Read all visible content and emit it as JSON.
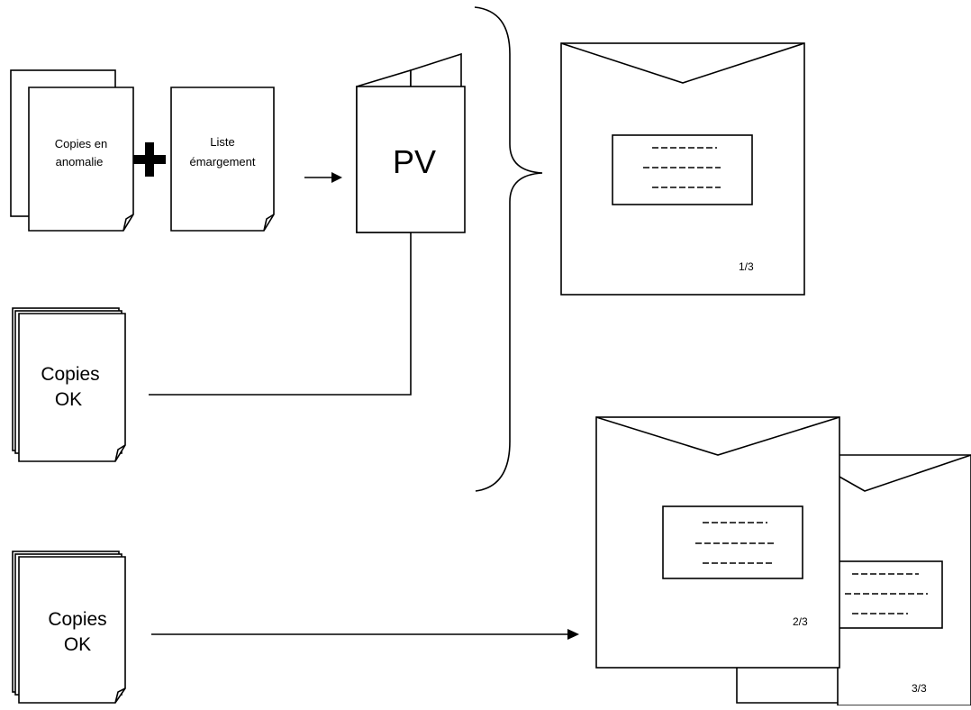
{
  "labels": {
    "copies_anomalie_line1": "Copies en",
    "copies_anomalie_line2": "anomalie",
    "liste_line1": "Liste",
    "liste_line2": "émargement",
    "pv": "PV",
    "copies_ok_1_line1": "Copies",
    "copies_ok_1_line2": "OK",
    "copies_ok_2_line1": "Copies",
    "copies_ok_2_line2": "OK",
    "envelope_1_number": "1/3",
    "envelope_2_number": "2/3",
    "envelope_3_number": "3/3"
  },
  "colors": {
    "stroke": "#000000",
    "background": "#ffffff"
  }
}
